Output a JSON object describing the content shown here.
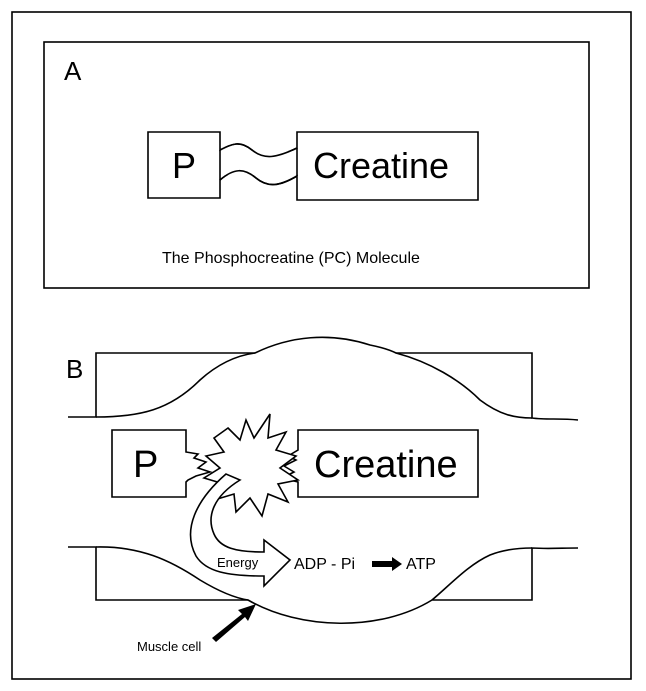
{
  "panel_a": {
    "label": "A",
    "phosphate": "P",
    "creatine": "Creatine",
    "caption": "The Phosphocreatine (PC) Molecule"
  },
  "panel_b": {
    "label": "B",
    "phosphate": "P",
    "creatine": "Creatine",
    "energy": "Energy",
    "reaction_left": "ADP - Pi",
    "reaction_right": "ATP",
    "muscle_cell": "Muscle cell"
  }
}
